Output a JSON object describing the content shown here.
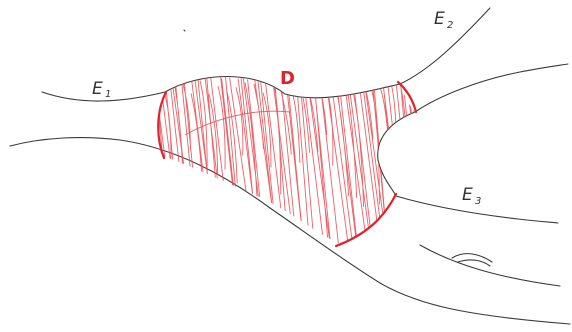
{
  "labels": {
    "e1_main": "E",
    "e1_sub": "1",
    "e2_main": "E",
    "e2_sub": "2",
    "e3_main": "E",
    "e3_sub": "3",
    "domain": "D"
  },
  "colors": {
    "boundary": "#3a3a3a",
    "domain": "#e0232a",
    "hatch": "#e8454b"
  }
}
